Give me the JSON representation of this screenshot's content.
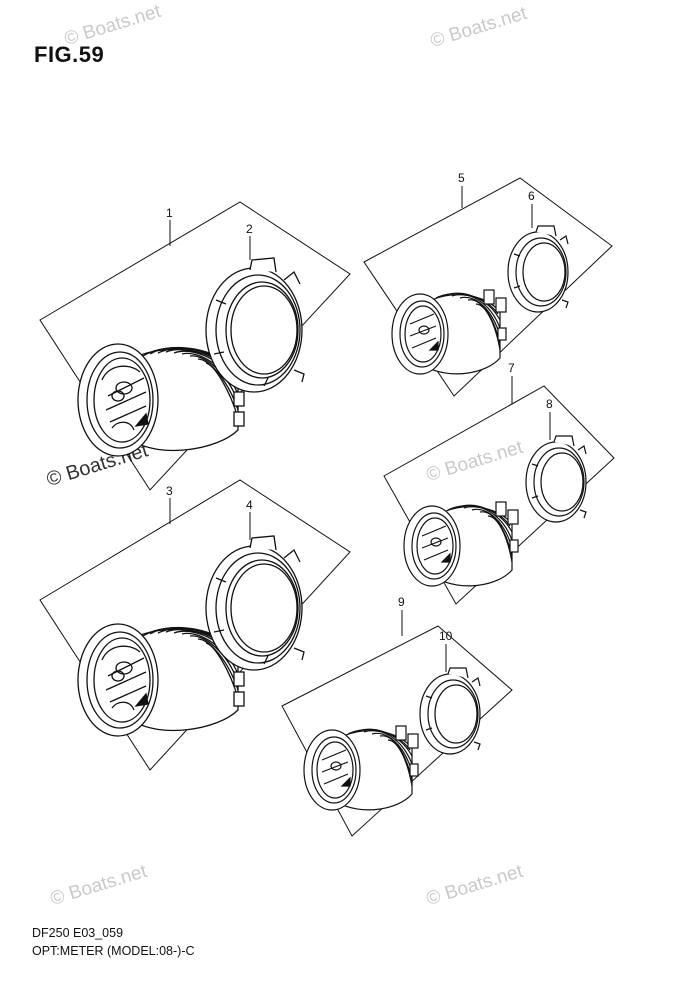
{
  "figure": {
    "title": "FIG.59"
  },
  "footer": {
    "code": "DF250 E03_059",
    "description": "OPT:METER (MODEL:08-)-C"
  },
  "watermark": {
    "text": "© Boats.net"
  },
  "callouts": [
    "1",
    "2",
    "3",
    "4",
    "5",
    "6",
    "7",
    "8",
    "9",
    "10"
  ]
}
